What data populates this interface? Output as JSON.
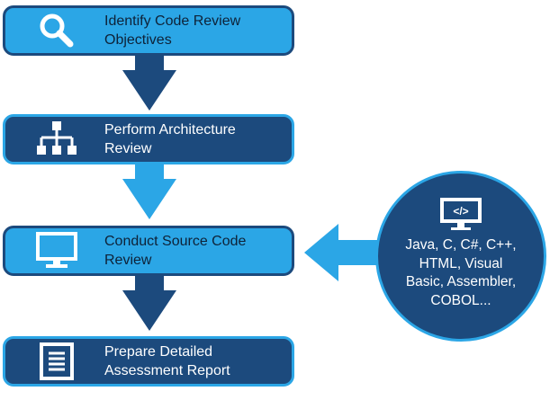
{
  "steps": [
    {
      "label_line1": "Identify Code Review",
      "label_line2": "Objectives",
      "icon": "search-icon"
    },
    {
      "label_line1": "Perform Architecture",
      "label_line2": "Review",
      "icon": "hierarchy-icon"
    },
    {
      "label_line1": "Conduct Source Code",
      "label_line2": "Review",
      "icon": "monitor-icon"
    },
    {
      "label_line1": "Prepare Detailed",
      "label_line2": "Assessment Report",
      "icon": "document-icon"
    }
  ],
  "languages": {
    "line1": "Java, C, C#, C++,",
    "line2": "HTML, Visual",
    "line3": "Basic, Assembler,",
    "line4": "COBOL...",
    "icon": "code-monitor-icon"
  },
  "colors": {
    "light_blue": "#2ba6e6",
    "dark_blue": "#1c4a7d"
  }
}
